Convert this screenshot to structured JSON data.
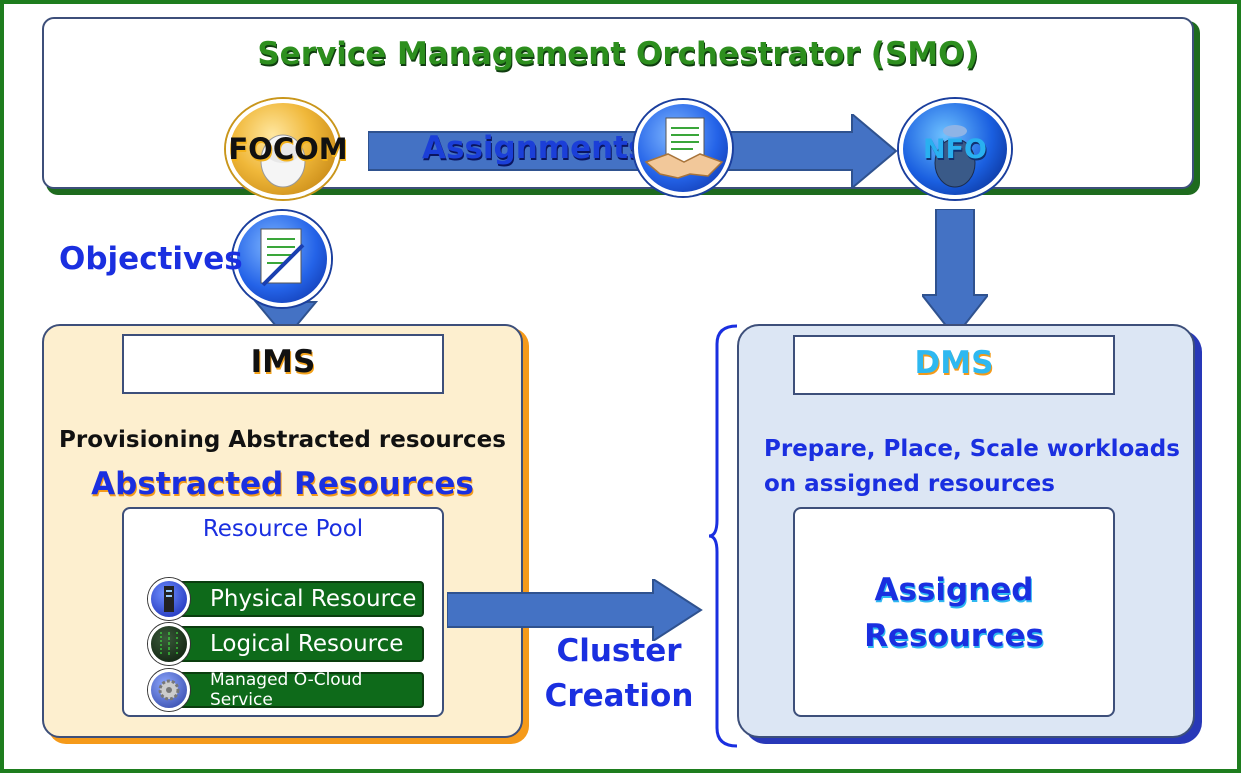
{
  "smo": {
    "title": "Service Management Orchestrator (SMO)"
  },
  "focom": {
    "label": "FOCOM"
  },
  "nfo": {
    "label": "NFO"
  },
  "flows": {
    "assignments": "Assignments",
    "objectives": "Objectives",
    "cluster_creation_line1": "Cluster",
    "cluster_creation_line2": "Creation"
  },
  "ims": {
    "title": "IMS",
    "provisioning_text": "Provisioning Abstracted resources",
    "abstracted_resources": "Abstracted Resources",
    "resource_pool": {
      "title": "Resource Pool",
      "items": [
        {
          "label": "Physical Resource",
          "icon": "server-rack-icon"
        },
        {
          "label": "Logical Resource",
          "icon": "matrix-code-icon"
        },
        {
          "label": "Managed O-Cloud Service",
          "icon": "gears-icon"
        }
      ]
    }
  },
  "dms": {
    "title": "DMS",
    "description_line1": "Prepare, Place, Scale workloads",
    "description_line2": "on assigned resources",
    "assigned_line1": "Assigned",
    "assigned_line2": "Resources"
  },
  "colors": {
    "frame": "#1e7d1e",
    "smo_title": "#2d8f1e",
    "arrow": "#4472c4",
    "ims_fill": "#fdefcf",
    "dms_fill": "#dce6f4",
    "resource_bar": "#0e6a1a",
    "text_blue": "#1a2fe0"
  }
}
